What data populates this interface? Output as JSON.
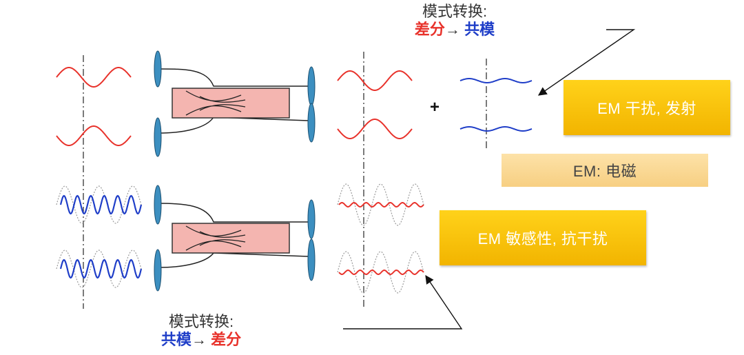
{
  "top_label": {
    "title": "模式转换:",
    "from": "差分",
    "arrow": "→",
    "to": "共模"
  },
  "bottom_label": {
    "title": "模式转换:",
    "from": "共模",
    "arrow": "→",
    "to": "差分"
  },
  "plus_sign": "+",
  "boxes": {
    "emission": "EM 干扰, 发射",
    "em_definition": "EM: 电磁",
    "susceptibility": "EM 敏感性, 抗干扰"
  },
  "colors": {
    "differential_wave": "#e8322b",
    "common_wave": "#1f3ec8",
    "ghost_wave": "#9a9a9a",
    "connector": "#3c8fc0",
    "cable_block": "#f4b5b0",
    "gold_box": "#f7bf0a",
    "pale_box": "#fbd998"
  }
}
